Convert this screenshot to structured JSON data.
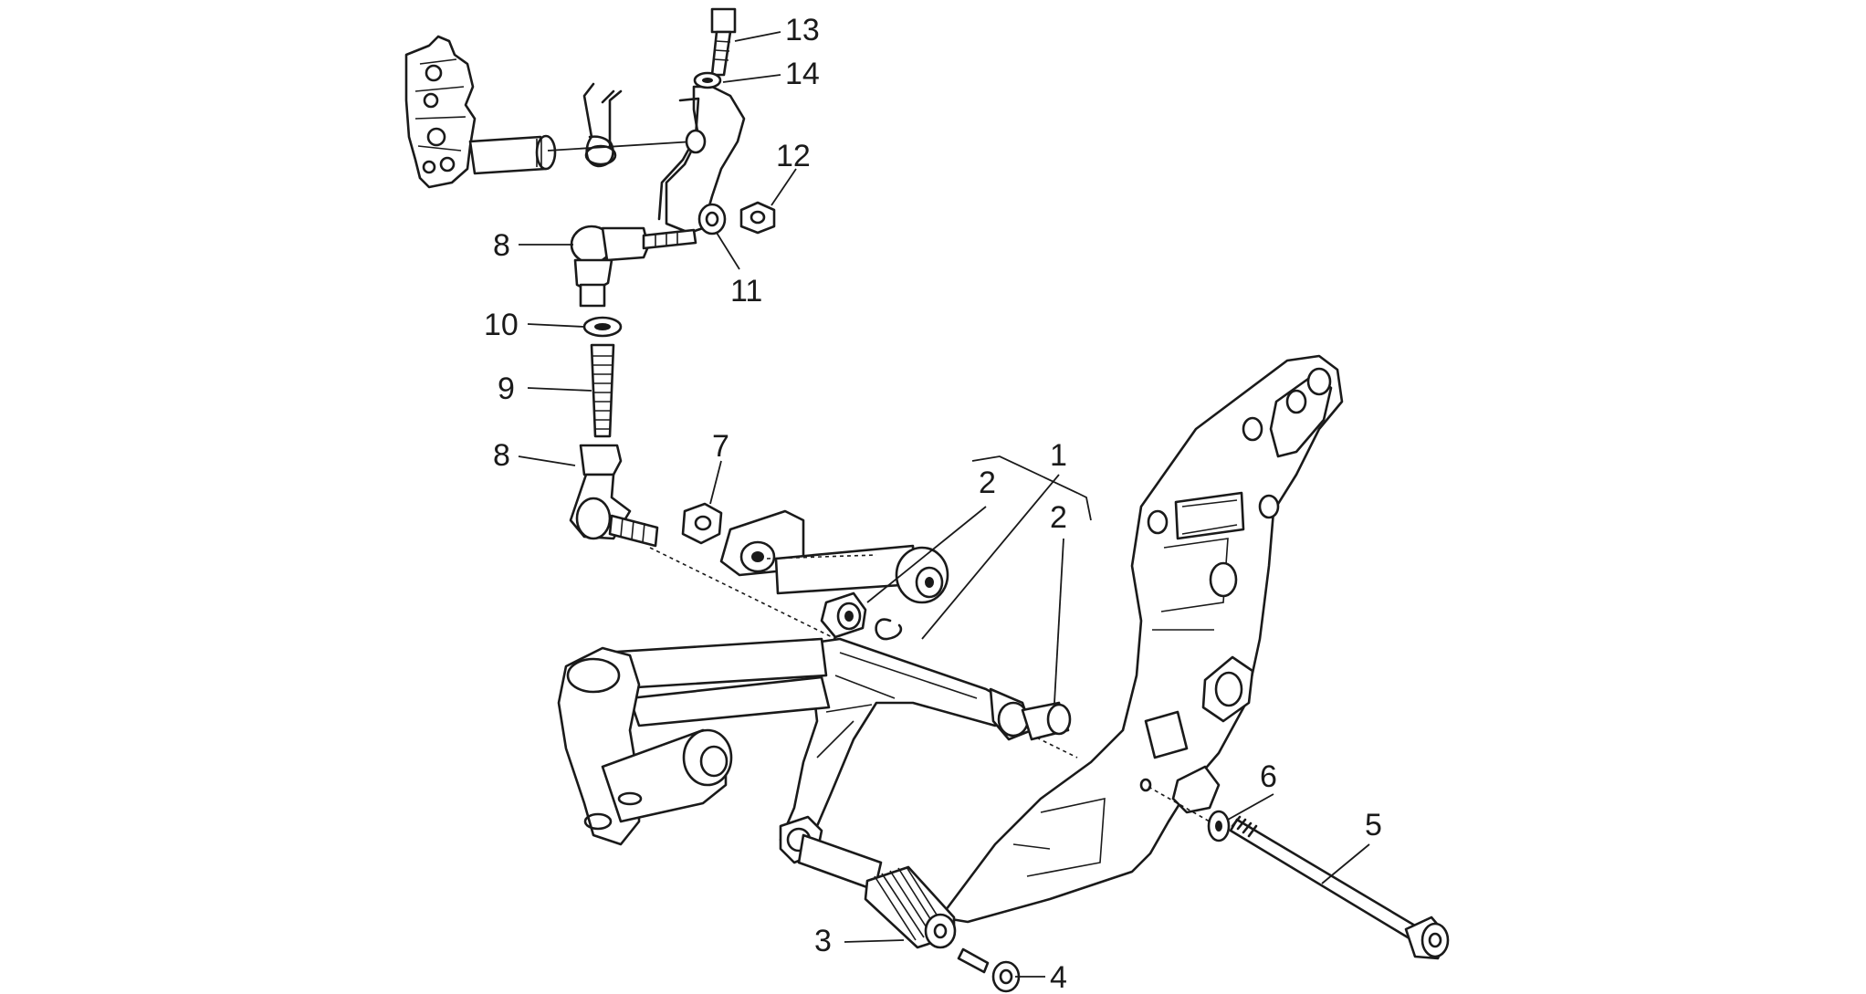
{
  "callouts": [
    {
      "id": "c1",
      "text": "1"
    },
    {
      "id": "c2a",
      "text": "2"
    },
    {
      "id": "c2b",
      "text": "2"
    },
    {
      "id": "c3",
      "text": "3"
    },
    {
      "id": "c4",
      "text": "4"
    },
    {
      "id": "c5",
      "text": "5"
    },
    {
      "id": "c6",
      "text": "6"
    },
    {
      "id": "c7",
      "text": "7"
    },
    {
      "id": "c8a",
      "text": "8"
    },
    {
      "id": "c8b",
      "text": "8"
    },
    {
      "id": "c9",
      "text": "9"
    },
    {
      "id": "c10",
      "text": "10"
    },
    {
      "id": "c11",
      "text": "11"
    },
    {
      "id": "c12",
      "text": "12"
    },
    {
      "id": "c13",
      "text": "13"
    },
    {
      "id": "c14",
      "text": "14"
    }
  ]
}
